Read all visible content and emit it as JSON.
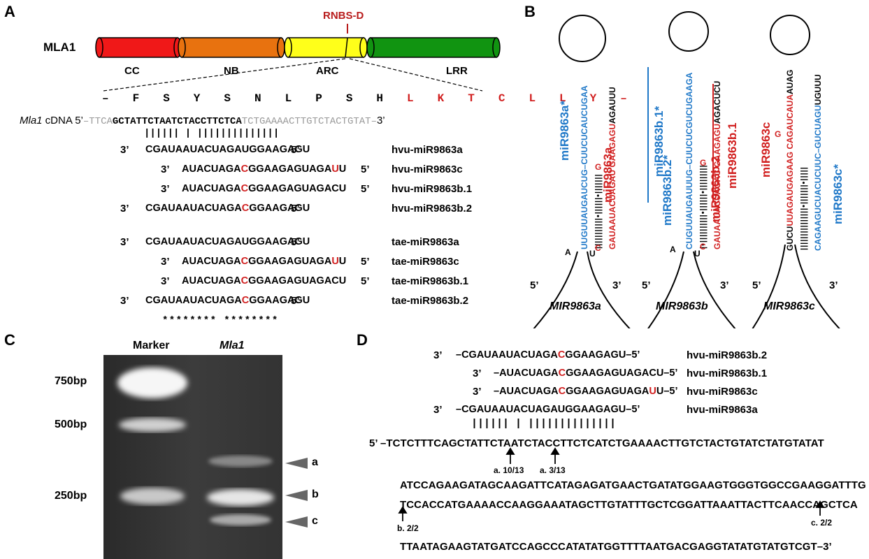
{
  "panels": {
    "a": "A",
    "b": "B",
    "c": "C",
    "d": "D"
  },
  "panelA": {
    "protein": "MLA1",
    "rnbs_label": "RNBS-D",
    "domains": [
      {
        "name": "CC",
        "color": "#f01818"
      },
      {
        "name": "NB",
        "color": "#e8720f"
      },
      {
        "name": "ARC",
        "color": "#ffff1a"
      },
      {
        "name": "LRR",
        "color": "#119411"
      }
    ],
    "amino_acids_black": "– F S Y S N L P S H",
    "amino_acids_red": "L K T C L L Y –",
    "cdna_prefix": "Mla1",
    "cdna_label": " cDNA 5’",
    "cdna_grey_left": "–TTCA",
    "cdna_black": "GCTATTCTAATCTACCTTCTCA",
    "cdna_grey_right": "TCTGAAAACTTGTCTACTGTAT–",
    "cdna_end": "3’",
    "pairing": "|||||| | ||||||||||||||",
    "mirnas": [
      {
        "p3": "3’",
        "pre": "CGAUAAUACUAGAUGGAAGAGU",
        "red": "",
        "post": "",
        "red2": "",
        "post2": "",
        "p5": "5’",
        "name": "hvu-miR9863a"
      },
      {
        "p3": "3’",
        "pre": "AUACUAGA",
        "red": "C",
        "post": "GGAAGAGUAGA",
        "red2": "U",
        "post2": "U",
        "p5": "5’",
        "name": "hvu-miR9863c"
      },
      {
        "p3": "3’",
        "pre": "AUACUAGA",
        "red": "C",
        "post": "GGAAGAGUAGACU",
        "red2": "",
        "post2": "",
        "p5": "5’",
        "name": "hvu-miR9863b.1"
      },
      {
        "p3": "3’",
        "pre": "CGAUAAUACUAGA",
        "red": "C",
        "post": "GGAAGAGU",
        "red2": "",
        "post2": "",
        "p5": "5’",
        "name": "hvu-miR9863b.2"
      },
      {
        "p3": "3’",
        "pre": "CGAUAAUACUAGAUGGAAGAGU",
        "red": "",
        "post": "",
        "red2": "",
        "post2": "",
        "p5": "5’",
        "name": "tae-miR9863a"
      },
      {
        "p3": "3’",
        "pre": "AUACUAGA",
        "red": "C",
        "post": "GGAAGAGUAGA",
        "red2": "U",
        "post2": "U",
        "p5": "5’",
        "name": "tae-miR9863c"
      },
      {
        "p3": "3’",
        "pre": "AUACUAGA",
        "red": "C",
        "post": "GGAAGAGUAGACU",
        "red2": "",
        "post2": "",
        "p5": "5’",
        "name": "tae-miR9863b.1"
      },
      {
        "p3": "3’",
        "pre": "CGAUAAUACUAGA",
        "red": "C",
        "post": "GGAAGAGU",
        "red2": "",
        "post2": "",
        "p5": "5’",
        "name": "tae-miR9863b.2"
      }
    ],
    "conservation": "******** ********"
  },
  "panelB": {
    "hairpins": [
      {
        "name": "MIR9863a",
        "blue_seq": "UUGUUAUGAUCUG–CUUCUCAUCUGAA",
        "red_seq": "GAUAAUACUAGAU GAAGAGU",
        "black_top": "AGAUUU",
        "star_label": "miR9863a*",
        "mature_label": "miR9863a",
        "bulge_a": "A",
        "bulge_u": "U",
        "bulge_c": "C",
        "bulge_g": "G",
        "bulge_a2": "A"
      },
      {
        "name": "MIR9863b",
        "blue_seq": "CUGUUAUGAUUUG–CUUCUCGUCUGAAGA",
        "red_seq": "GAUAAUACUAGAC GAAGAGU",
        "black_top": "AGACUCU",
        "star1_label": "miR9863b.1*",
        "star2_label": "miR9863b.2*",
        "mature2_label": "miR9863b.2",
        "mature1_label": "miR9863b.1",
        "bulge_a": "A",
        "bulge_u": "U",
        "bulge_c": "C",
        "bulge_g": "G",
        "bulge_a2": "A"
      },
      {
        "name": "MIR9863c",
        "blue_seq": "CAGAAGUCUACUCUUC–GUCUAGU",
        "red_seq": "UUAGAUGAGAAG CAGAUCAUA",
        "black_top": "AUAG",
        "black_left": "GUCU",
        "black_right": "UGUUU",
        "star_label": "miR9863c*",
        "mature_label": "miR9863c",
        "bulge_g": "G"
      }
    ],
    "end5": "5’",
    "end3": "3’"
  },
  "panelC": {
    "col_marker": "Marker",
    "col_mla1": "Mla1",
    "ladder": [
      "750bp",
      "500bp",
      "250bp"
    ],
    "bands": [
      "a",
      "b",
      "c"
    ]
  },
  "panelD": {
    "mirnas": [
      {
        "p3": "3’",
        "pre": "–CGAUAAUACUAGA",
        "red": "C",
        "post": "GGAAGAGU–5’",
        "red2": "",
        "post2": "",
        "name": "hvu-miR9863b.2"
      },
      {
        "p3": "3’",
        "pre": "–AUACUAGA",
        "red": "C",
        "post": "GGAAGAGUAGACU–5’",
        "red2": "",
        "post2": "",
        "name": "hvu-miR9863b.1"
      },
      {
        "p3": "3’",
        "pre": "–AUACUAGA",
        "red": "C",
        "post": "GGAAGAGUAGA",
        "red2": "U",
        "post2": "U–5’",
        "name": "hvu-miR9863c"
      },
      {
        "p3": "3’",
        "pre": "–CGAUAAUACUAGAUGGAAGAGU–5’",
        "red": "",
        "post": "",
        "red2": "",
        "post2": "",
        "name": "hvu-miR9863a"
      }
    ],
    "pairing": "|||||| | ||||||||||||||",
    "line1": "5’ –TCTCTTTCAGCTATTCTAATCTACCTTCTCATCTGAAAACTTGTCTACTGTATCTATGTATAT",
    "line2": "ATCCAGAAGATAGCAAGATTCATAGAGATGAACTGATATGGAAGTGGGTGGCCGAAGGATTTG",
    "line3": "TCCACCATGAAAACCAAGGAAATAGCTTGTATTTGCTCGGATTAAATTACTTCAACCAGCTCA",
    "line4": "TTAATAGAAGTATGATCCAGCCCATATATGGTTTTAATGACGAGGTATATGTATGTCGT–3’",
    "sites": [
      "a. 10/13",
      "a. 3/13",
      "b. 2/2",
      "c. 2/2"
    ]
  }
}
